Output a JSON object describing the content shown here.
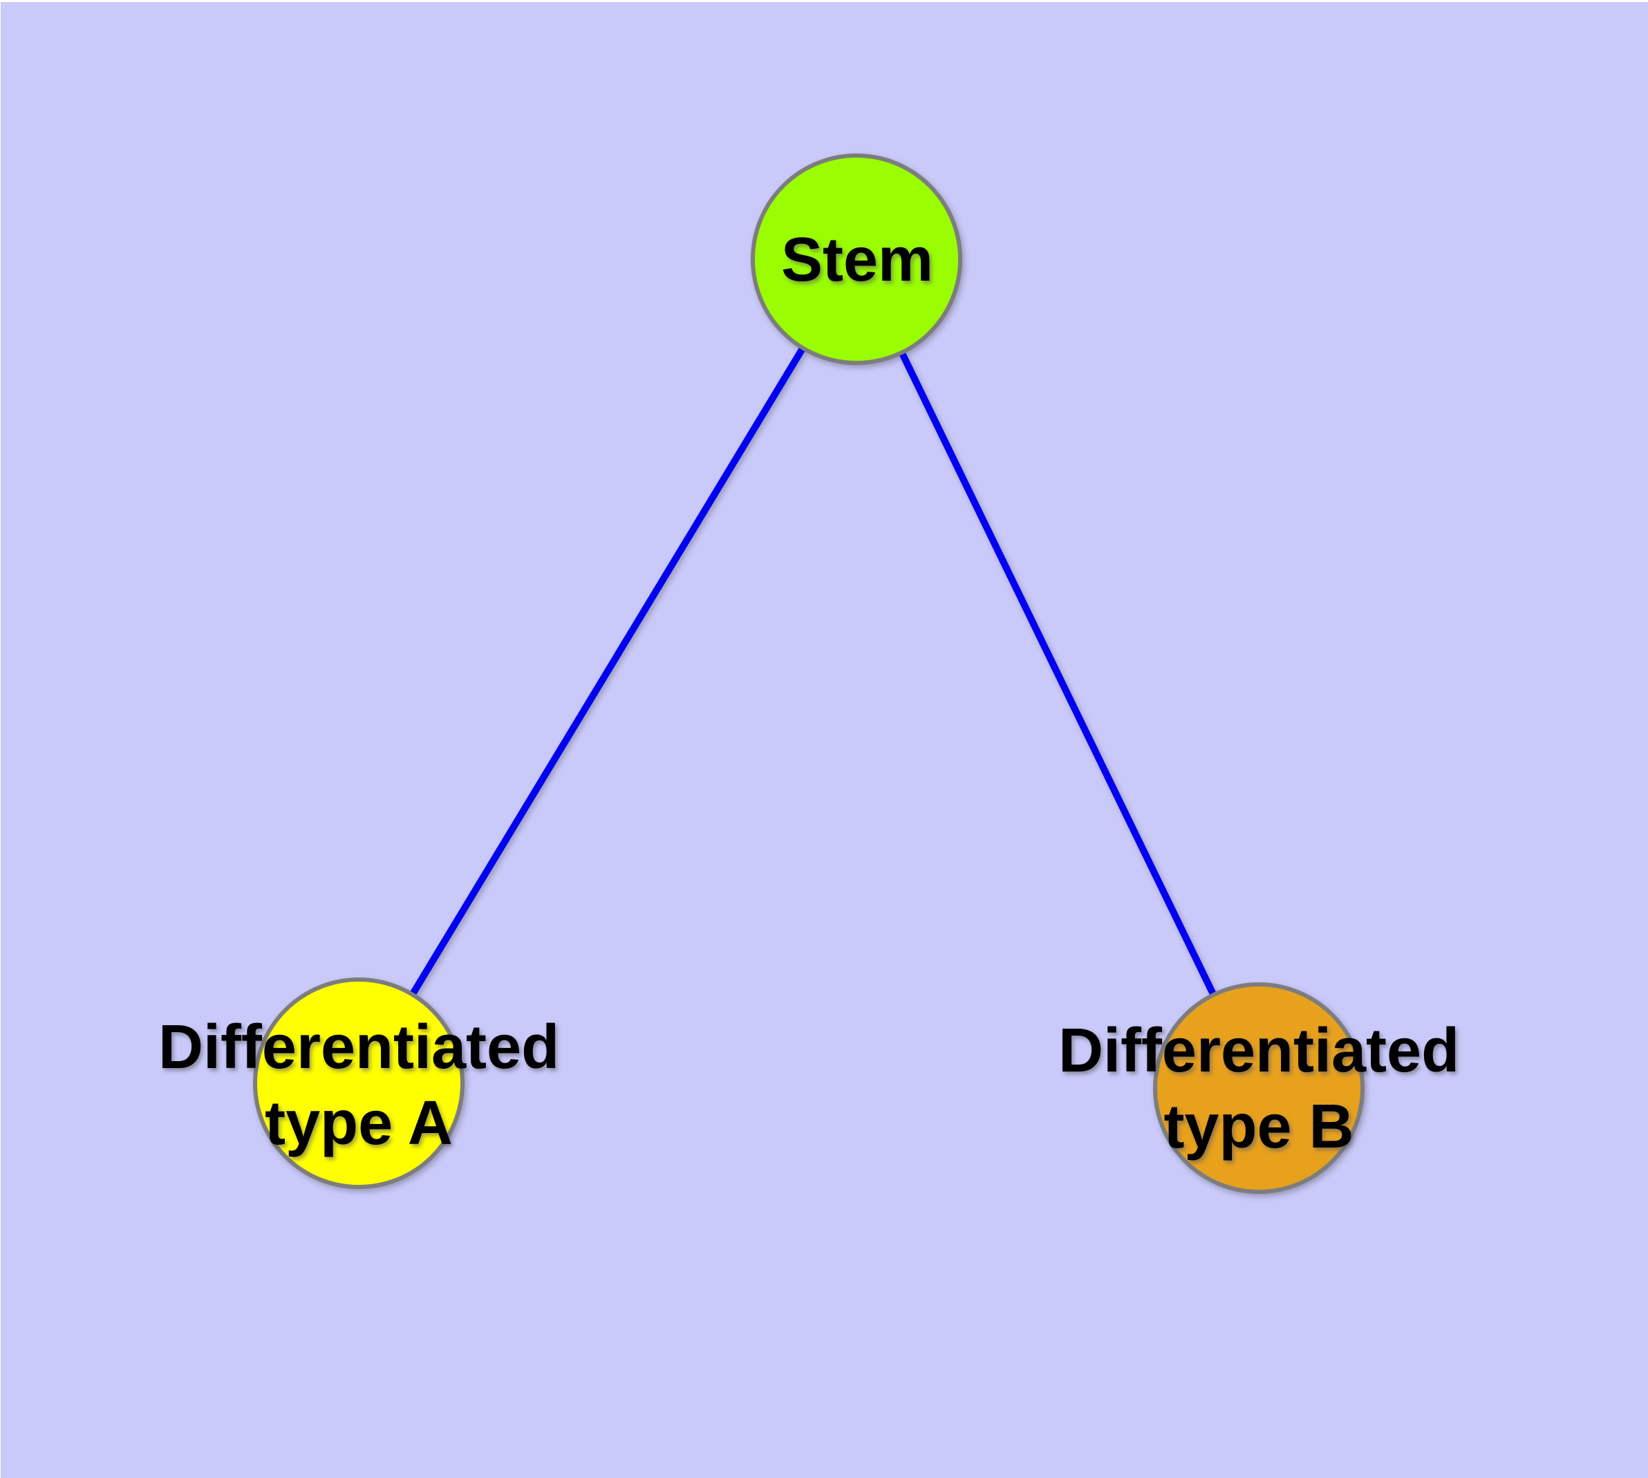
{
  "diagram": {
    "background_color": "#C9C9FA",
    "edge_color": "#0202F0",
    "node_border_color": "#7D7D7D",
    "text_color": "#000000",
    "nodes": [
      {
        "id": "stem",
        "label": "Stem",
        "lines": [
          "Stem"
        ],
        "fill": "#9AFD02"
      },
      {
        "id": "differentiated-type-a",
        "label": "Differentiated type A",
        "lines": [
          "Differentiated",
          "type A"
        ],
        "fill": "#FFFF00"
      },
      {
        "id": "differentiated-type-b",
        "label": "Differentiated type B",
        "lines": [
          "Differentiated",
          "type B"
        ],
        "fill": "#E8A11D"
      }
    ],
    "edges": [
      {
        "from": "stem",
        "to": "differentiated-type-a"
      },
      {
        "from": "stem",
        "to": "differentiated-type-b"
      }
    ]
  }
}
